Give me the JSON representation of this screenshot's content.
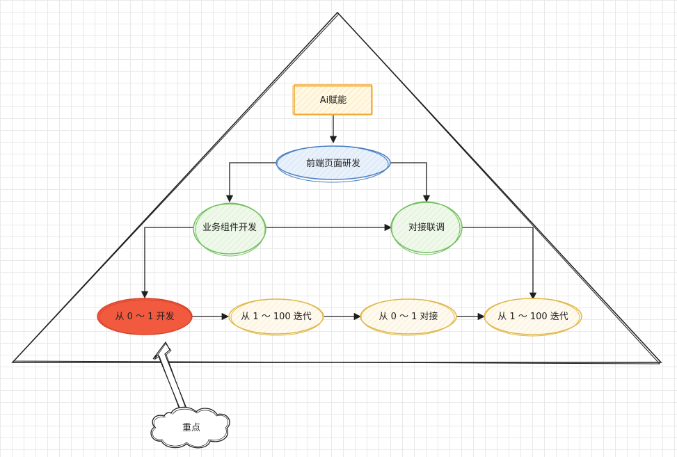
{
  "nodes": {
    "ai": "Ai赋能",
    "frontend": "前端页面研发",
    "components": "业务组件开发",
    "integration": "对接联调",
    "dev_0_1": "从 0 ～ 1 开发",
    "iter_1_100": "从 1 ～ 100 迭代",
    "integrate_0_1": "从 0 ～ 1 对接",
    "iter_1_100_b": "从 1 ～ 100 迭代",
    "focus": "重点"
  },
  "colors": {
    "ink": "#1e1e1e",
    "ai_stroke": "#f0a830",
    "ai_fill": "#fff3d6",
    "blue_stroke": "#4a7fc1",
    "blue_fill": "#dbe8f8",
    "green_stroke": "#6fbf5a",
    "green_fill": "#e6f4df",
    "red_fill": "#f25a3f",
    "red_stroke": "#d8452c",
    "yellow_stroke": "#e0b84a",
    "yellow_fill": "#fdf6df"
  }
}
